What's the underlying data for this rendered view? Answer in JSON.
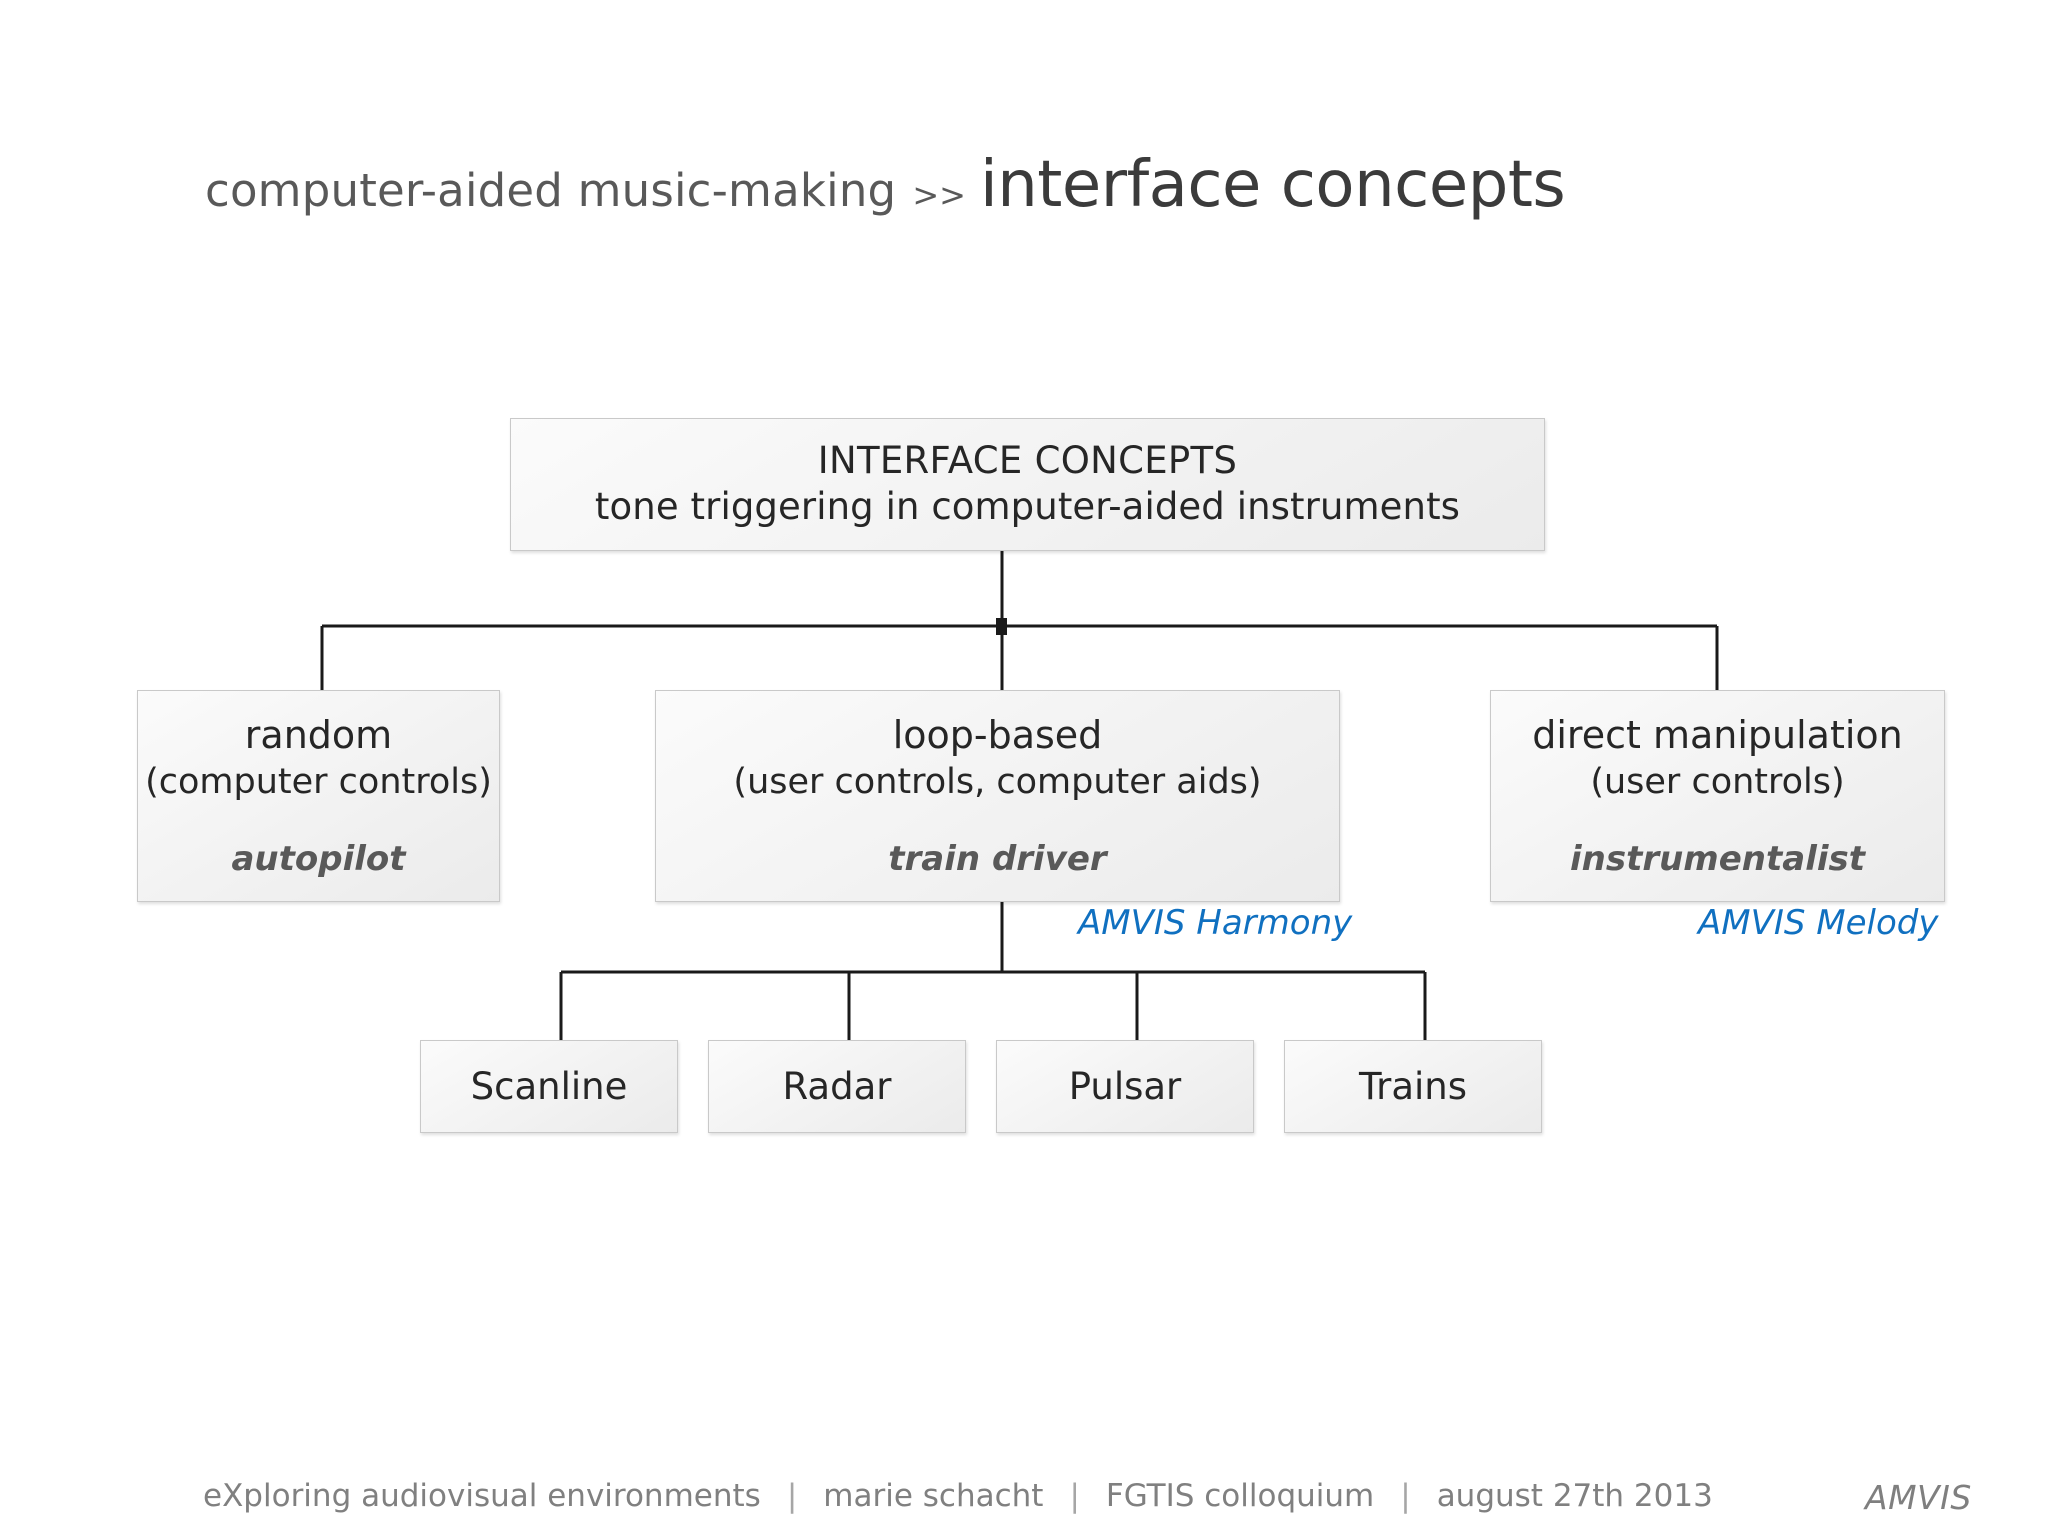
{
  "slide": {
    "title": {
      "prefix": "computer-aided  music-making",
      "separator": ">>",
      "emphasis": "interface concepts"
    }
  },
  "diagram": {
    "type": "tree",
    "root": {
      "title": "INTERFACE CONCEPTS",
      "subtitle": "tone triggering in computer-aided instruments"
    },
    "branches": [
      {
        "heading": "random",
        "detail": "(computer controls)",
        "role": "autopilot",
        "annotation": null
      },
      {
        "heading": "loop-based",
        "detail": "(user controls, computer aids)",
        "role": "train driver",
        "annotation": "AMVIS Harmony"
      },
      {
        "heading": "direct manipulation",
        "detail": "(user controls)",
        "role": "instrumentalist",
        "annotation": "AMVIS Melody"
      }
    ],
    "leaves": [
      {
        "label": "Scanline"
      },
      {
        "label": "Radar"
      },
      {
        "label": "Pulsar"
      },
      {
        "label": "Trains"
      }
    ],
    "colors": {
      "annotation_blue": "#1070c0",
      "box_border": "#c9c9c9",
      "box_fill": "#f4f4f4",
      "connector": "#1a1a1a",
      "role_text": "#595959"
    }
  },
  "footer": {
    "parts": [
      "eXploring audiovisual environments",
      "marie schacht",
      "FGTIS colloquium",
      "august  27th 2013"
    ],
    "separator": "|",
    "brand": "AMVIS"
  }
}
